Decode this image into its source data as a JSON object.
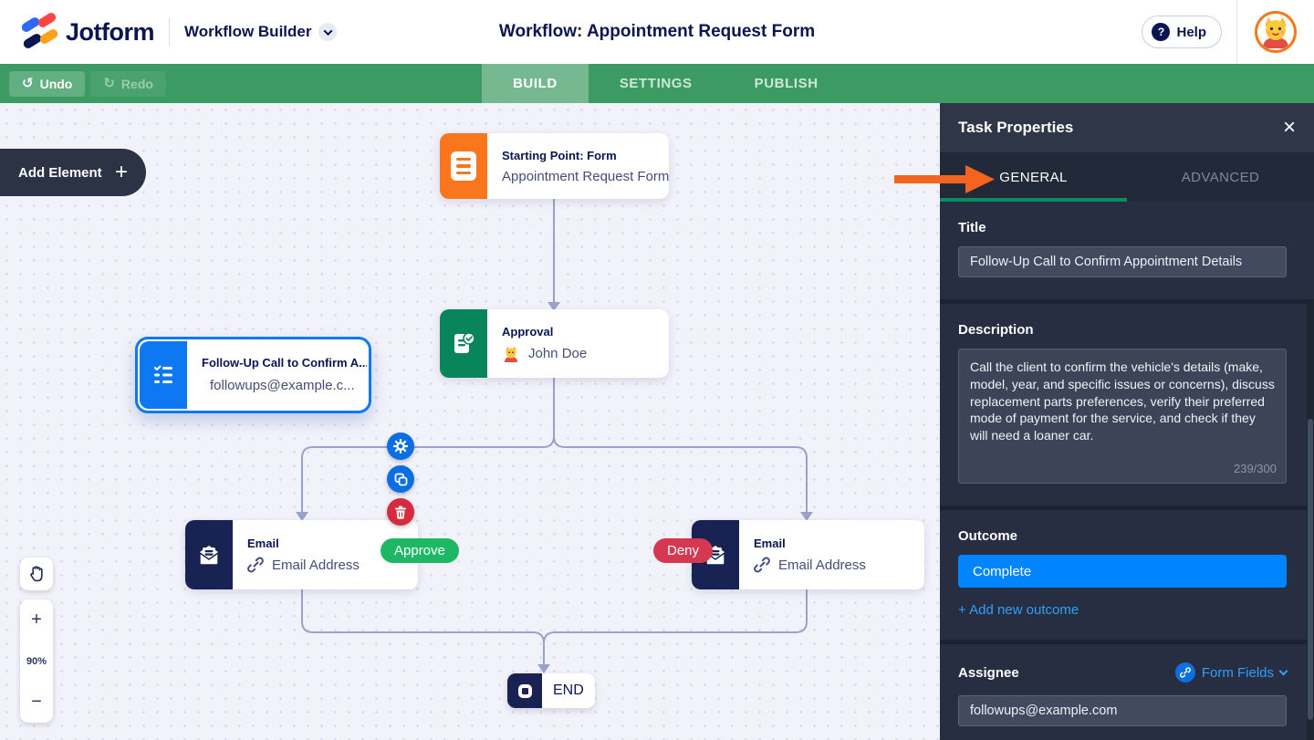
{
  "header": {
    "logo_text": "Jotform",
    "app_name": "Workflow Builder",
    "title": "Workflow: Appointment Request Form",
    "help_label": "Help"
  },
  "toolbar": {
    "undo_label": "Undo",
    "redo_label": "Redo",
    "tabs": [
      {
        "label": "BUILD",
        "active": true
      },
      {
        "label": "SETTINGS",
        "active": false
      },
      {
        "label": "PUBLISH",
        "active": false
      }
    ]
  },
  "canvas": {
    "add_element_label": "Add Element",
    "zoom_level": "90%",
    "nodes": {
      "start": {
        "type_label": "Starting Point: Form",
        "value": "Appointment Request Form"
      },
      "approval": {
        "type_label": "Approval",
        "value": "John Doe"
      },
      "task": {
        "title": "Follow-Up Call to Confirm A...",
        "value": "followups@example.c..."
      },
      "email_left": {
        "type_label": "Email",
        "value": "Email Address"
      },
      "email_right": {
        "type_label": "Email",
        "value": "Email Address"
      },
      "end_label": "END"
    },
    "branches": {
      "approve": "Approve",
      "deny": "Deny"
    }
  },
  "panel": {
    "title": "Task Properties",
    "tabs": [
      {
        "label": "GENERAL",
        "active": true
      },
      {
        "label": "ADVANCED",
        "active": false
      }
    ],
    "fields": {
      "title_label": "Title",
      "title_value": "Follow-Up Call to Confirm Appointment Details",
      "description_label": "Description",
      "description_value": "Call the client to confirm the vehicle's details (make, model, year, and specific issues or concerns), discuss replacement parts preferences, verify their preferred mode of payment for the service, and check if they will need a loaner car.",
      "char_count": "239/300",
      "outcome_label": "Outcome",
      "outcome_value": "Complete",
      "add_outcome_label": "+ Add new outcome",
      "assignee_label": "Assignee",
      "form_fields_label": "Form Fields",
      "assignee_value": "followups@example.com"
    }
  },
  "icons": {
    "undo_glyph": "↺",
    "redo_glyph": "↻",
    "close_glyph": "×",
    "plus_glyph": "+",
    "minus_glyph": "−",
    "help_glyph": "?"
  },
  "colors": {
    "toolbar_green": "#3b9b62",
    "brand_navy": "#0a1551",
    "start_orange": "#f9761d",
    "approval_green": "#09855c",
    "email_navy": "#182253",
    "selected_blue": "#0d78f2",
    "approve_pill": "#1eb865",
    "deny_pill": "#d63852",
    "panel_bg": "#272e41",
    "outcome_blue": "#0084ff",
    "link_blue": "#2e9fff",
    "annotation_orange": "#f4641e"
  }
}
